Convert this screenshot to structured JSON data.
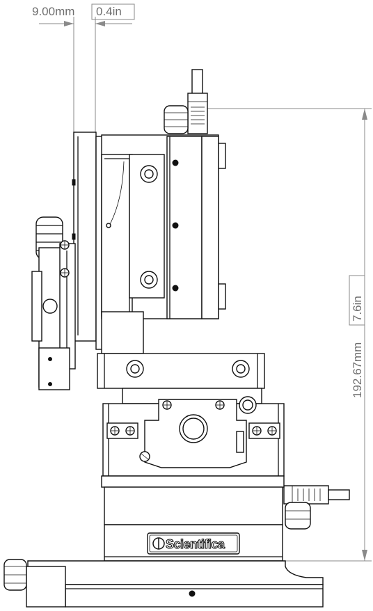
{
  "dimensions": {
    "width_metric": "9.00mm",
    "width_imperial": "0.4in",
    "height_metric": "192.67mm",
    "height_imperial": "7.6in"
  },
  "logo": {
    "text": "Scientifica"
  },
  "colors": {
    "line": "#111111",
    "dimension": "#8a8a8a",
    "dimension_text": "#6e6e6e",
    "background": "#ffffff"
  }
}
